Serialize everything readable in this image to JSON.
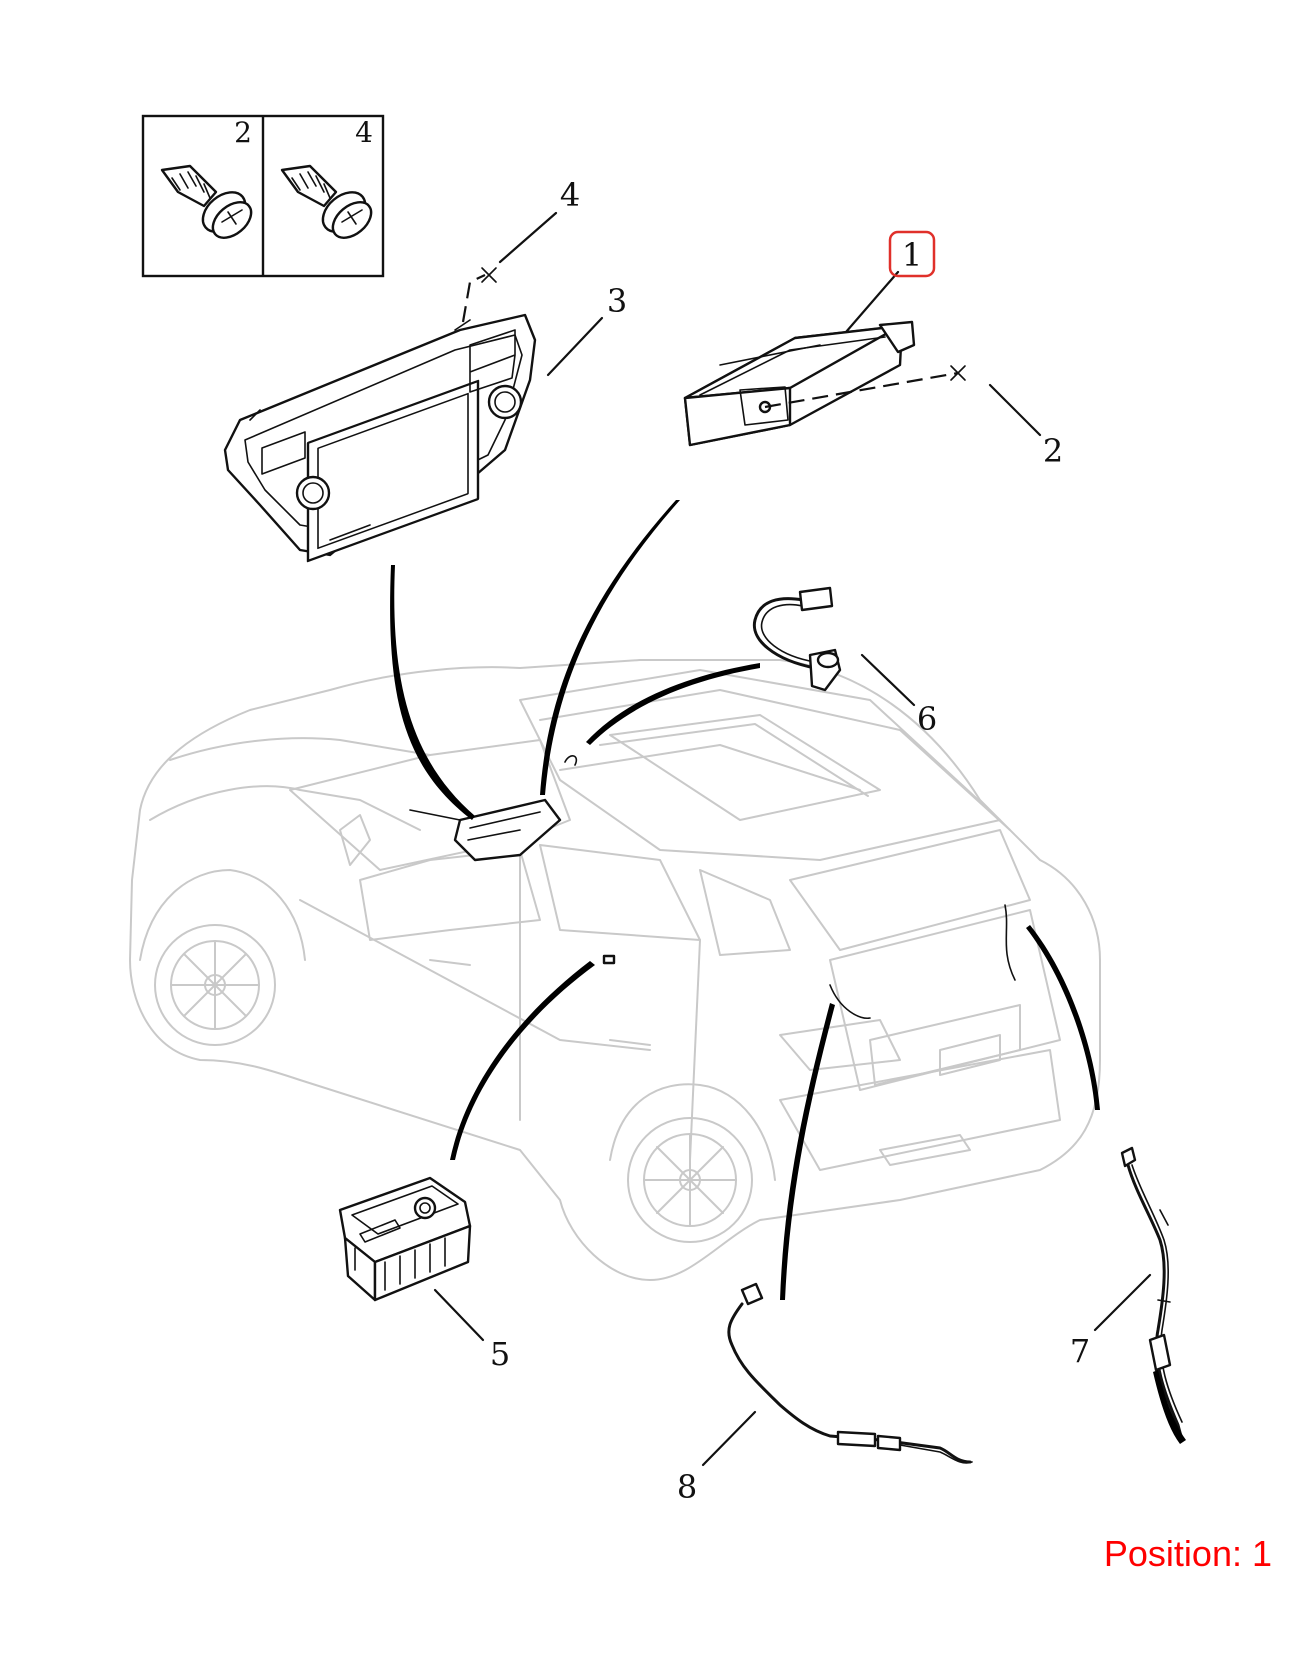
{
  "diagram": {
    "inset_labels": [
      "2",
      "4"
    ],
    "callouts": {
      "part1": "1",
      "part2": "2",
      "part3": "3",
      "part4": "4",
      "part5": "5",
      "part6": "6",
      "part7": "7",
      "part8": "8"
    },
    "highlighted_callout": "1",
    "highlight_color": "#e0302a"
  },
  "position": {
    "text": "Position: 1",
    "color": "#ff0000"
  }
}
